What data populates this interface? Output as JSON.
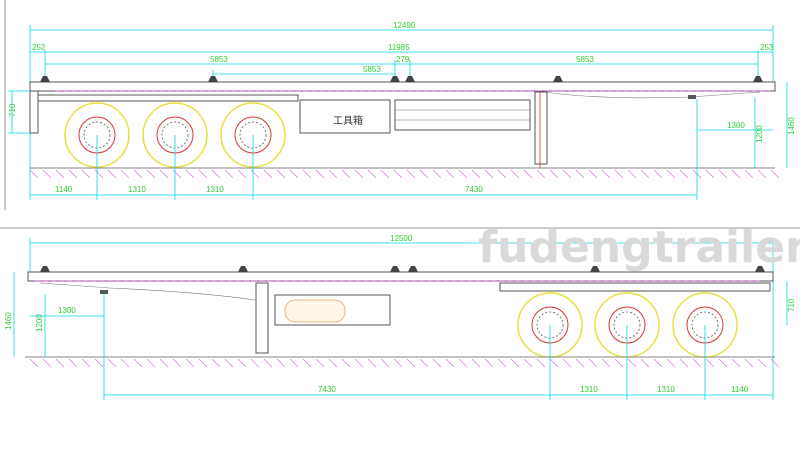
{
  "top_view": {
    "overall_length": "12490",
    "front_overhang": "252",
    "twistlock_span": "11985",
    "rear_overhang": "253",
    "front_twistlock_spacing": "5853",
    "middle_gap": "279",
    "rear_twistlock_spacing": "5853",
    "center_twistlock_spacing": "5853",
    "toolbox_label": "工具箱",
    "frame_height": "710",
    "kingpin_offset": "1300",
    "coupling_height": "1200",
    "deck_height": "1460",
    "axle_dims": [
      "1140",
      "1310",
      "1310",
      "7430"
    ]
  },
  "bottom_view": {
    "overall_length": "12500",
    "deck_height": "1460",
    "coupling_height": "1200",
    "kingpin_offset": "1300",
    "frame_height": "710",
    "axle_dims": [
      "7430",
      "1310",
      "1310",
      "1140"
    ]
  },
  "watermark": "fudengtrailer.com",
  "colors": {
    "dimension": "#00d8e8",
    "dimension_text": "#33cc33",
    "hatch": "#e066e0",
    "tire": "#e8e040",
    "rim": "#dd3333"
  }
}
